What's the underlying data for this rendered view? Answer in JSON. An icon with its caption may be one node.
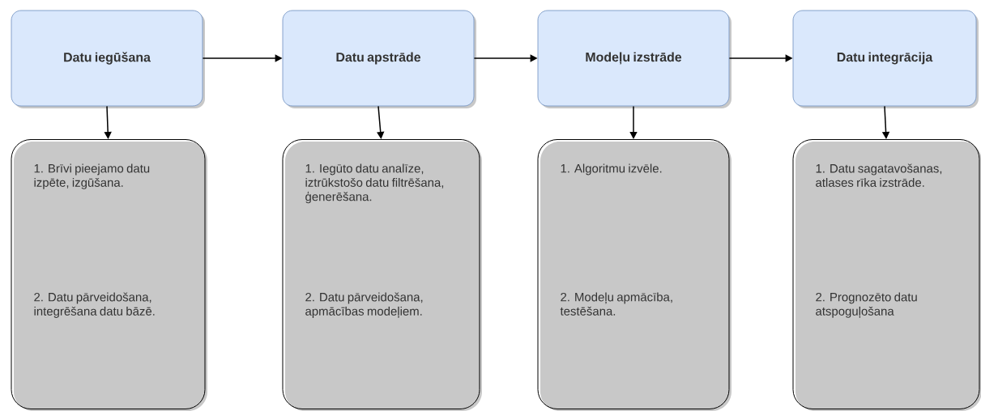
{
  "diagram": {
    "nodes": [
      {
        "text": [
          "Datu iegūšana"
        ]
      },
      {
        "text": [
          "Datu apstrāde"
        ]
      },
      {
        "text": [
          "Modeļu izstrāde"
        ]
      },
      {
        "text": [
          "Datu integrācija"
        ]
      },
      {
        "text": [
          "1. Brīvi pieejamo datu izpēte, izgūšana.",
          "2. Datu pārveidošana, integrēšana datu bāzē."
        ]
      },
      {
        "text": [
          "1. Iegūto datu analīze, iztrūkstošo datu filtrēšana, ģenerēšana.",
          "2. Datu pārveidošana, apmācības modeļiem."
        ]
      },
      {
        "text": [
          "1. Algoritmu izvēle.",
          "2. Modeļu apmācība, testēšana."
        ]
      },
      {
        "text": [
          "1. Datu sagatavošanas, atlases rīka izstrāde.",
          "2. Prognozēto datu atspoguļošana"
        ]
      }
    ],
    "edges": [
      {
        "from": 0,
        "to": 1,
        "arrow": "to"
      },
      {
        "from": 1,
        "to": 2,
        "arrow": "to"
      },
      {
        "from": 2,
        "to": 3,
        "arrow": "to"
      },
      {
        "from": 0,
        "to": 4,
        "arrow": "to"
      },
      {
        "from": 1,
        "to": 5,
        "arrow": "to"
      },
      {
        "from": 2,
        "to": 6,
        "arrow": "to"
      },
      {
        "from": 3,
        "to": 7,
        "arrow": "to"
      }
    ]
  }
}
